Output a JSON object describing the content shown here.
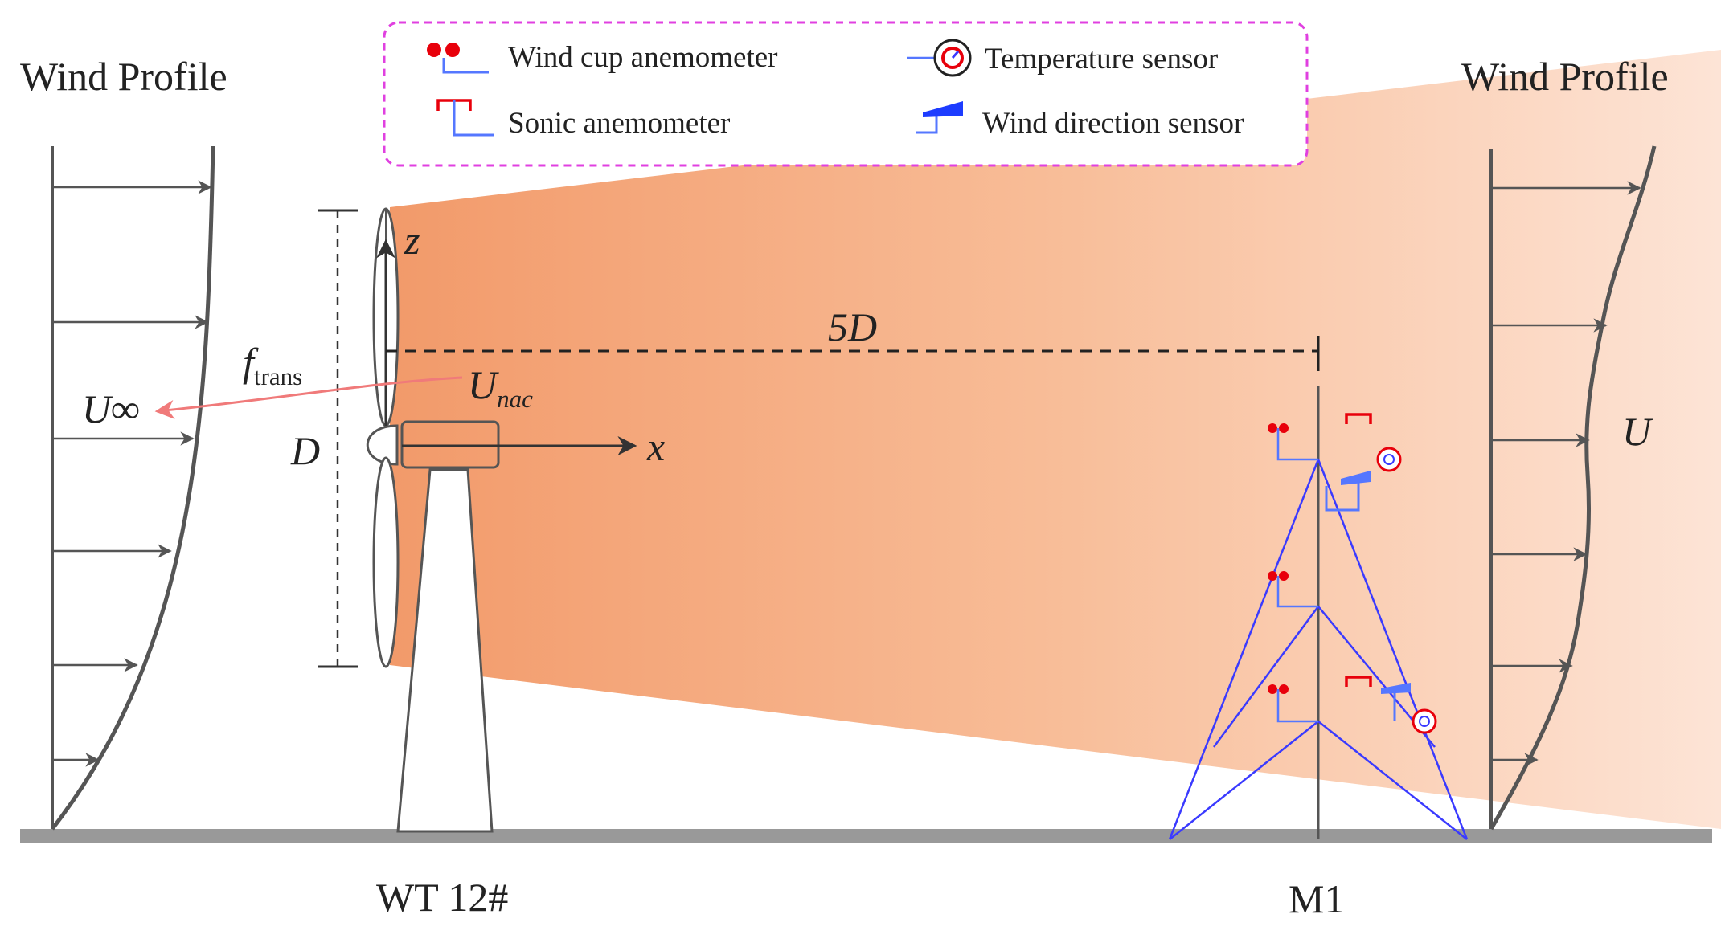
{
  "labels": {
    "wind_profile_left": "Wind Profile",
    "wind_profile_right": "Wind Profile",
    "turbine": "WT 12#",
    "mast": "M1",
    "distance": "5D",
    "axis_z": "z",
    "axis_x": "x",
    "diameter": "D",
    "f_base": "f",
    "f_sub": "trans",
    "u_nac_base": "U",
    "u_nac_sub": "nac",
    "u_inf": "U∞",
    "u": "U"
  },
  "legend": {
    "cup": "Wind cup anemometer",
    "sonic": "Sonic anemometer",
    "temperature": "Temperature sensor",
    "direction": "Wind direction sensor"
  },
  "colors": {
    "wake_start": "#f29a6a",
    "wake_end": "#fde4d6",
    "cup": "#e8000b",
    "sonic": "#e8000b",
    "temperature": "#e8000b",
    "direction": "#1d3cff",
    "mast_lines": "#3a3aff",
    "legend_border": "#e040e0",
    "ground": "#999999",
    "nac_arrow": "#f07a7a"
  }
}
